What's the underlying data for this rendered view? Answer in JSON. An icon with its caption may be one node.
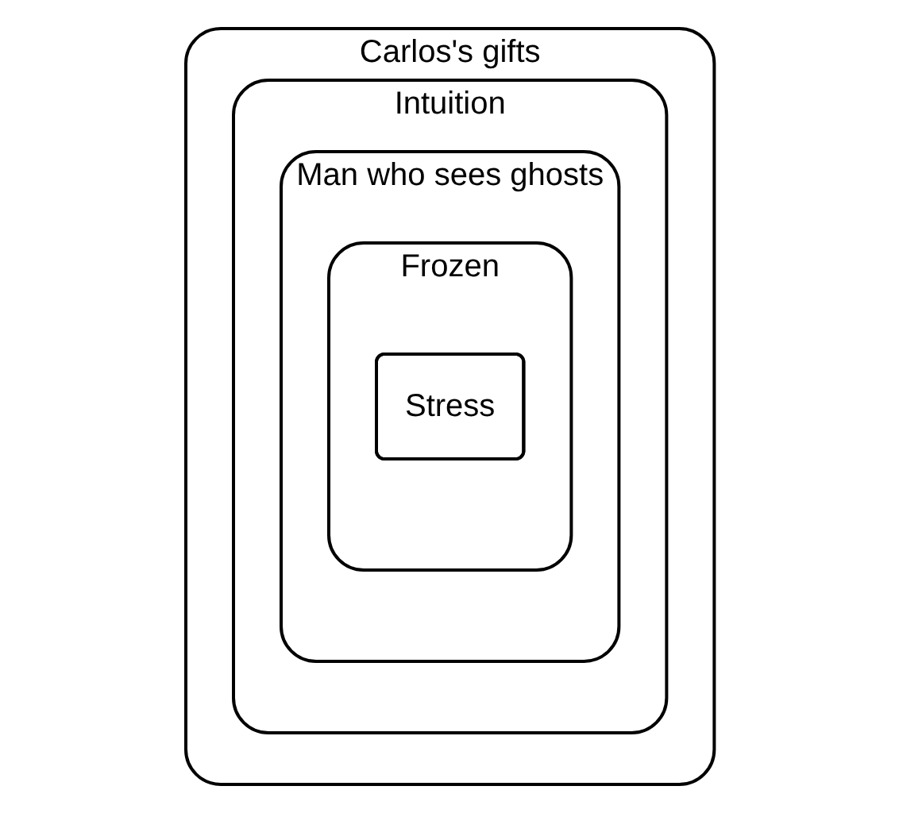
{
  "diagram": {
    "nodes": [
      {
        "text": [
          "Carlos's gifts"
        ]
      },
      {
        "text": [
          "Intuition"
        ],
        "in": 0
      },
      {
        "text": [
          "Man who sees ghosts"
        ],
        "in": 1
      },
      {
        "text": [
          "Frozen"
        ],
        "in": 2
      },
      {
        "text": [
          "Stress"
        ],
        "in": 3
      }
    ]
  }
}
